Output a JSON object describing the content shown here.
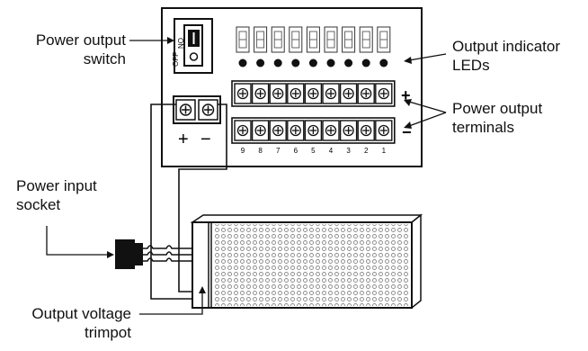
{
  "labels": {
    "power_output_switch": [
      "Power output",
      "switch"
    ],
    "output_indicator_leds": [
      "Output indicator",
      "LEDs"
    ],
    "power_output_terminals": [
      "Power output",
      "terminals"
    ],
    "power_input_socket": [
      "Power input",
      "socket"
    ],
    "output_voltage_trimpot": [
      "Output voltage",
      "trimpot"
    ]
  },
  "switch": {
    "on": "ON",
    "off": "OFF"
  },
  "polarity": {
    "plus": "+",
    "minus": "−"
  },
  "input_polarity": {
    "plus": "+",
    "minus": "−"
  },
  "terminal_numbers": [
    "9",
    "8",
    "7",
    "6",
    "5",
    "4",
    "3",
    "2",
    "1"
  ],
  "channel_count": 9
}
